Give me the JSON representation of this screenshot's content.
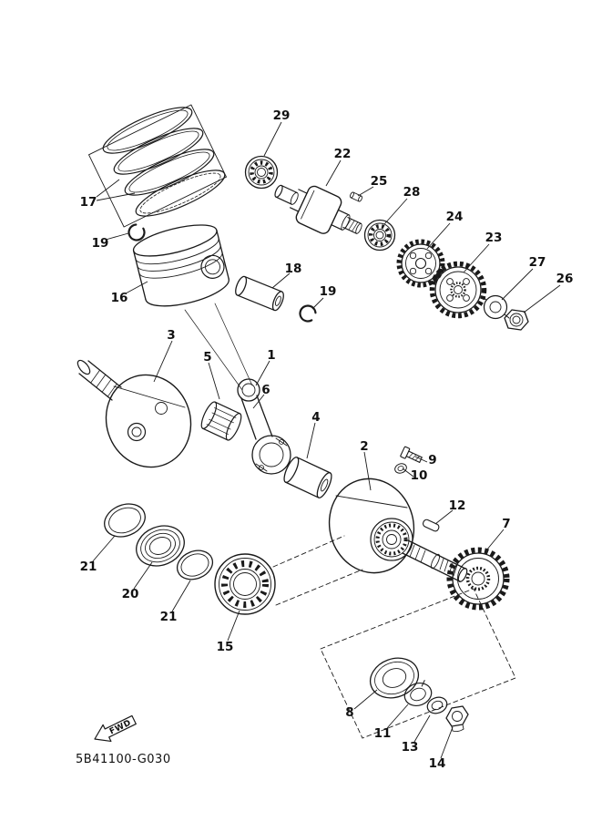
{
  "diagram": {
    "code": "5B41100-G030",
    "fwd": "FWD",
    "line_color": "#1a1a1a",
    "background": "#ffffff"
  },
  "labels": {
    "1": "1",
    "2": "2",
    "3": "3",
    "4": "4",
    "5": "5",
    "6": "6",
    "7": "7",
    "8": "8",
    "9": "9",
    "10": "10",
    "11": "11",
    "12": "12",
    "13": "13",
    "14": "14",
    "15": "15",
    "16": "16",
    "17": "17",
    "18": "18",
    "19": "19",
    "20": "20",
    "21": "21",
    "22": "22",
    "23": "23",
    "24": "24",
    "25": "25",
    "26": "26",
    "27": "27",
    "28": "28",
    "29": "29"
  }
}
